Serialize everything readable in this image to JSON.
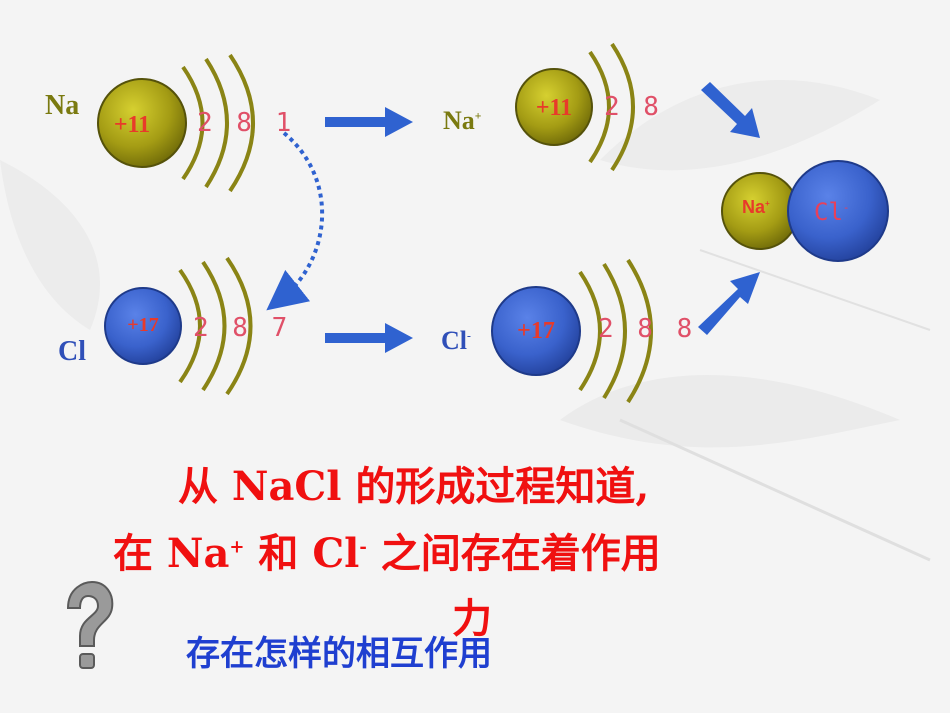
{
  "atoms": {
    "na": {
      "symbol": "Na",
      "nucleus": "+11",
      "shells": "2 8 1"
    },
    "cl": {
      "symbol": "Cl",
      "nucleus": "+17",
      "shells": "2 8 7"
    },
    "na_ion": {
      "symbol": "Na",
      "charge": "+",
      "nucleus": "+11",
      "shells": "2 8"
    },
    "cl_ion": {
      "symbol": "Cl",
      "charge": "-",
      "nucleus": "+17",
      "shells": "2 8 8"
    }
  },
  "compound": {
    "na_label": "Na",
    "na_charge": "+",
    "cl_label": "Cl",
    "cl_charge": "-"
  },
  "text": {
    "line1": "从 NaCl 的形成过程知道,",
    "line2_a": "在 Na",
    "line2_sup1": "+",
    "line2_b": " 和 Cl",
    "line2_sup2": "-",
    "line2_c": " 之间存在着作用",
    "line3": "力",
    "question": "存在怎样的相互作用"
  },
  "colors": {
    "olive": "#7a7a10",
    "blue": "#2f4fb8",
    "red": "#f01010",
    "arrow": "#2f62d0"
  }
}
